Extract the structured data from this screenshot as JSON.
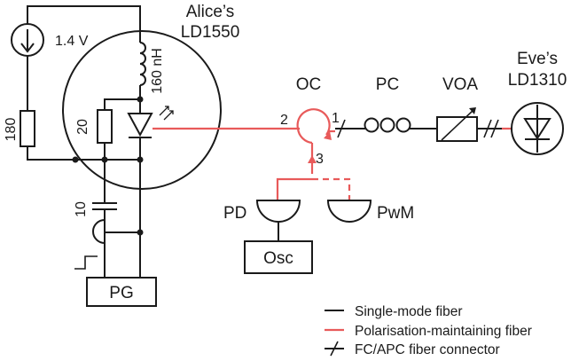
{
  "labels": {
    "source_voltage": "1.4 V",
    "r180": "180",
    "r20": "20",
    "c10": "10",
    "inductor": "160 nH",
    "alice_line1": "Alice’s",
    "alice_line2": "LD1550",
    "pg": "PG",
    "oc": "OC",
    "pc": "PC",
    "voa": "VOA",
    "eve_line1": "Eve’s",
    "eve_line2": "LD1310",
    "port1": "1",
    "port2": "2",
    "port3": "3",
    "pd": "PD",
    "pwm": "PwM",
    "osc": "Osc"
  },
  "legend": {
    "single_mode": "Single-mode fiber",
    "pm_fiber": "Polarisation-maintaining fiber",
    "connector": "FC/APC fiber connector"
  },
  "colors": {
    "single_mode_fiber": "#1a1a1a",
    "pm_fiber": "#e85a5a"
  }
}
